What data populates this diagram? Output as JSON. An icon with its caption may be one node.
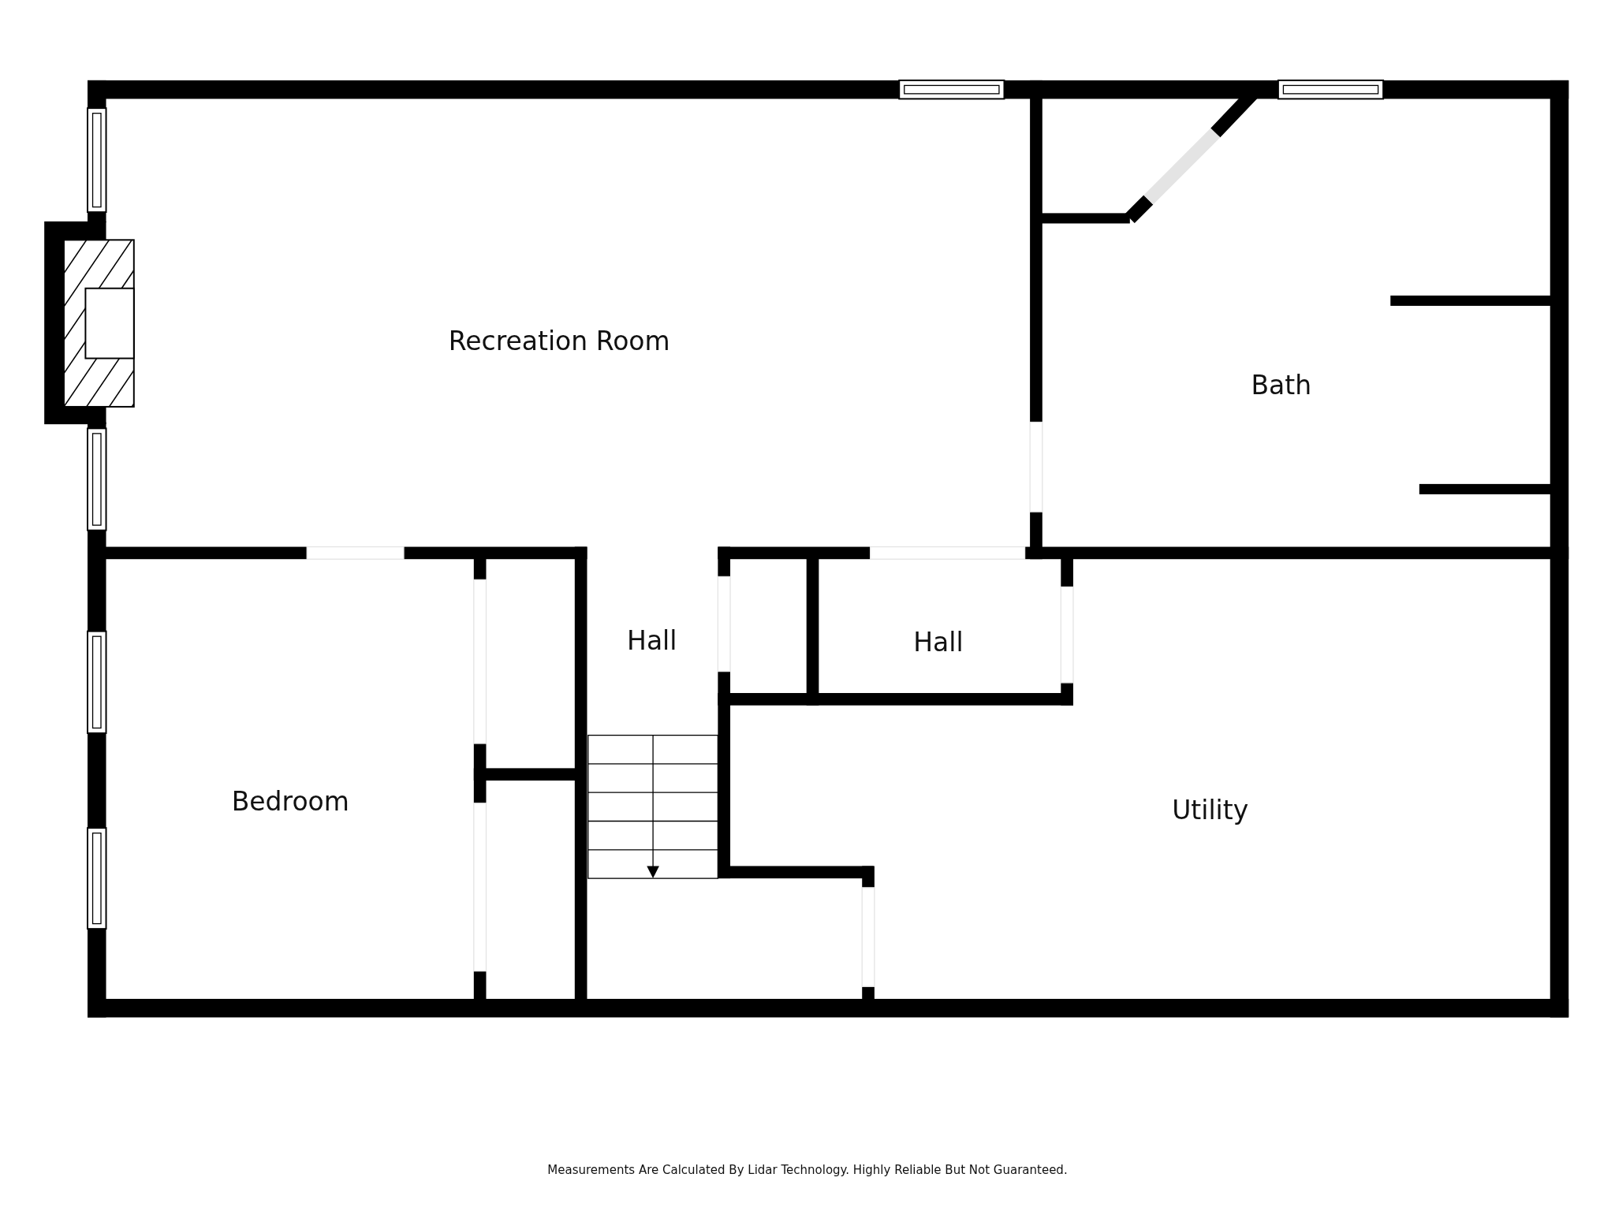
{
  "diagram": {
    "caption": "Measurements Are Calculated By Lidar Technology. Highly Reliable But Not Guaranteed.",
    "labels": [
      "Recreation Room",
      "Bath",
      "Hall",
      "Hall",
      "Bedroom",
      "Utility"
    ]
  }
}
